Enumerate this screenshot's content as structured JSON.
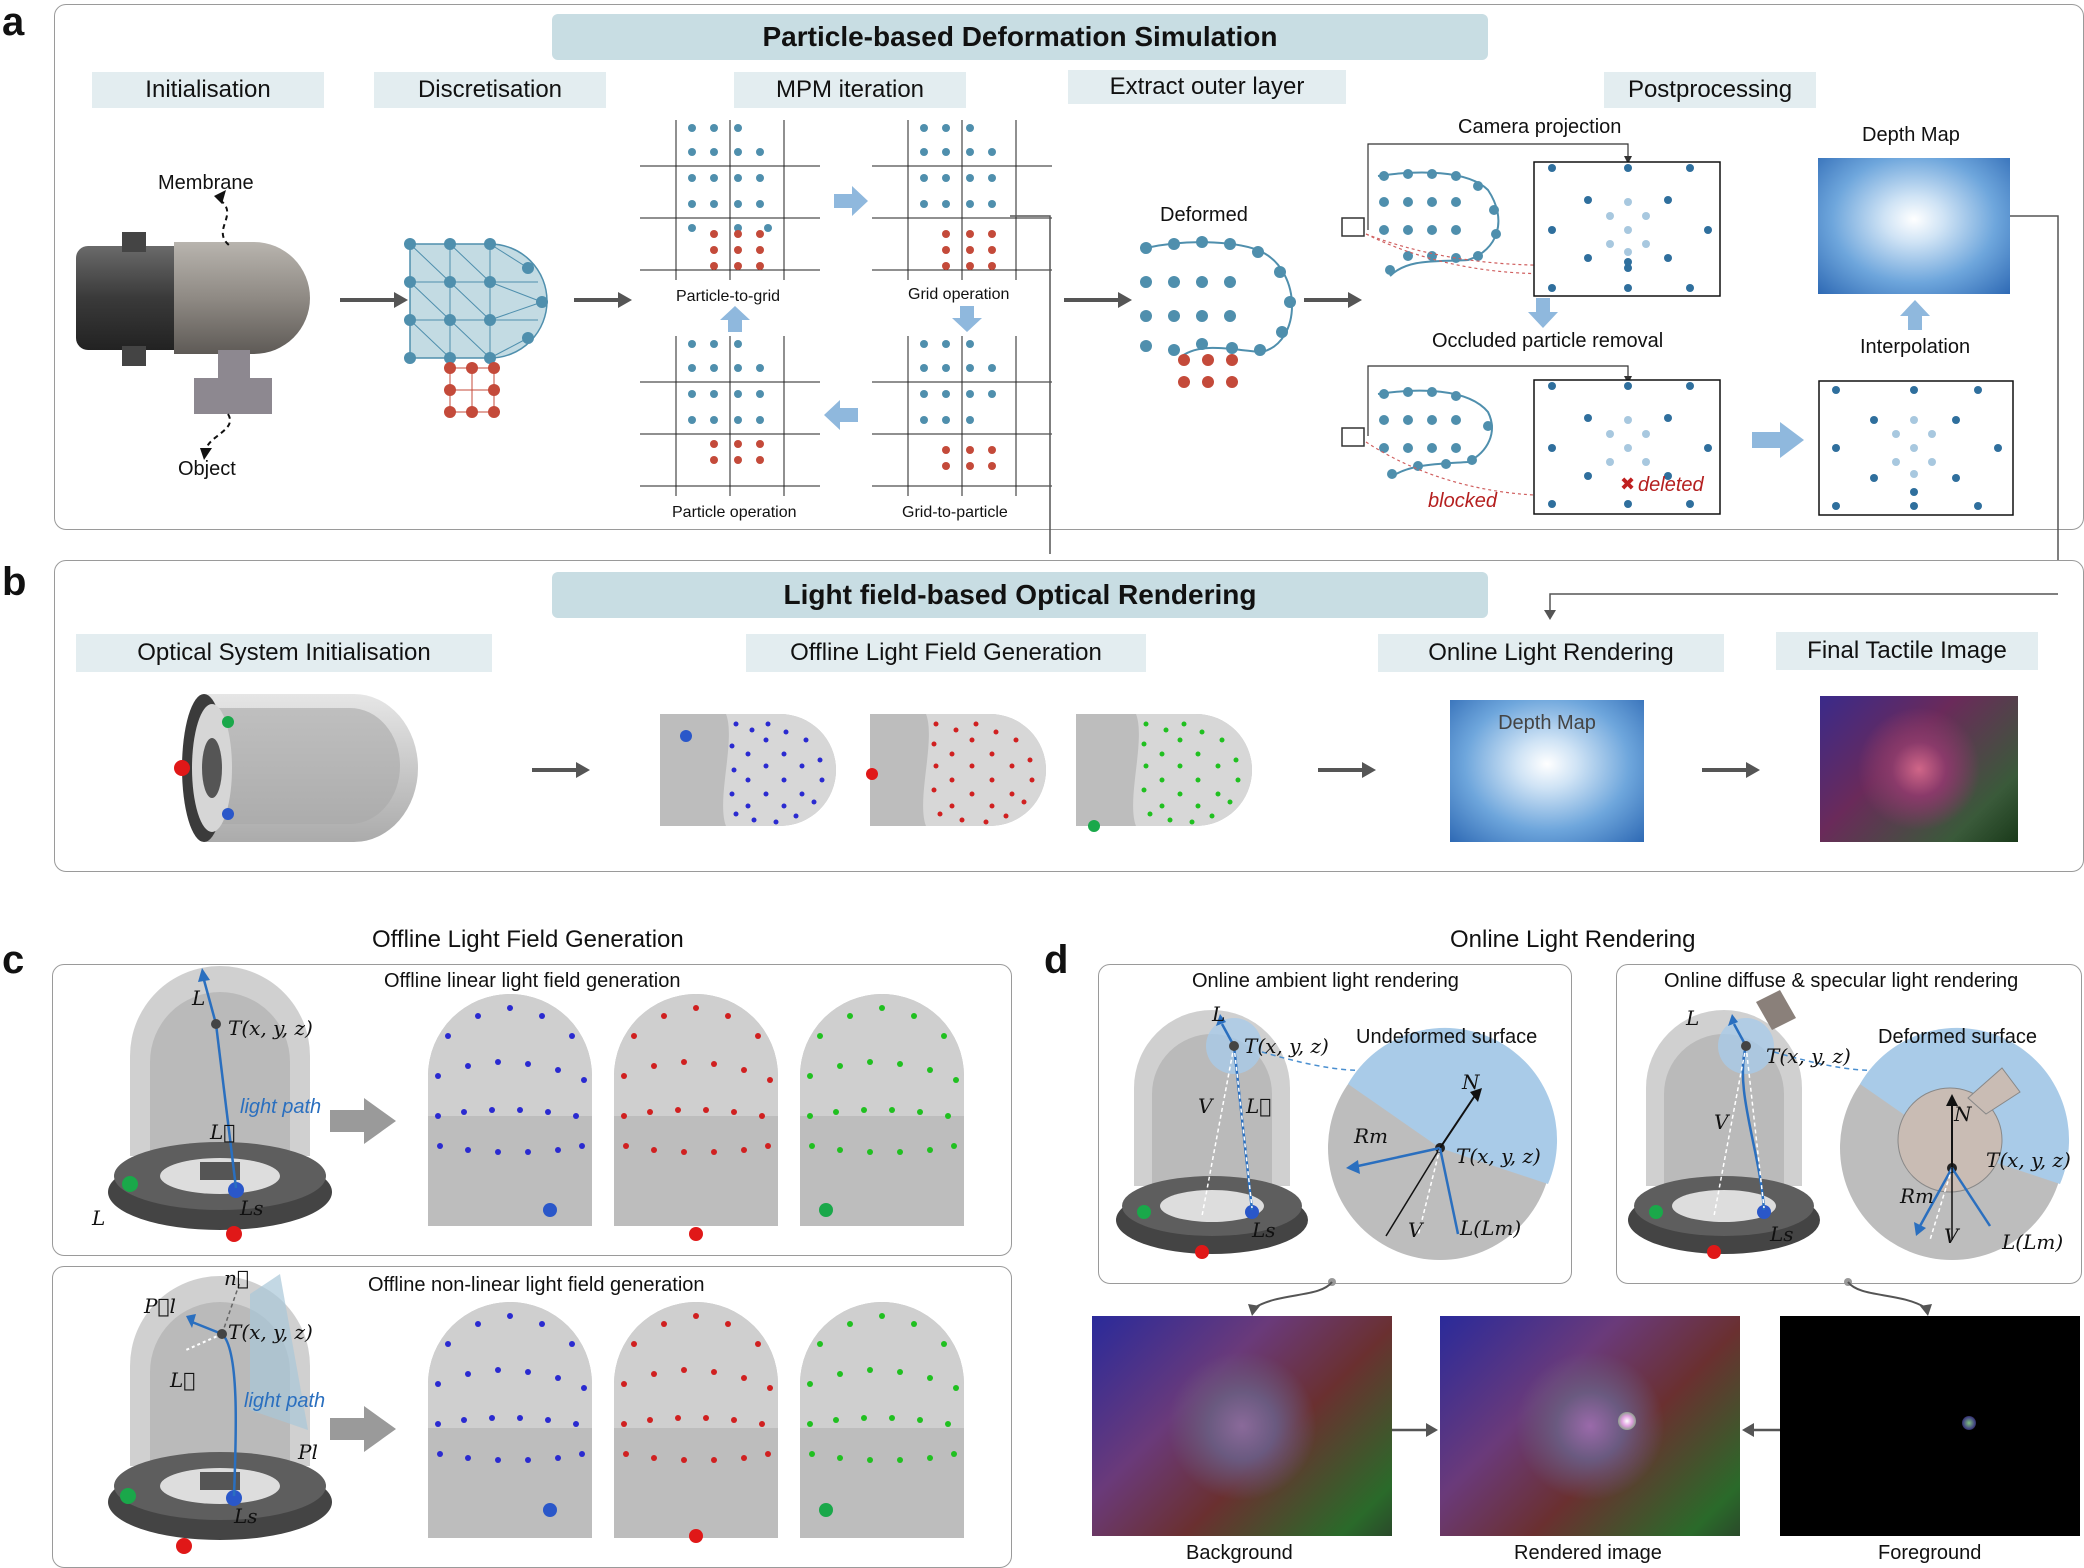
{
  "panels": {
    "a": {
      "letter": "a",
      "title": "Particle-based Deformation Simulation",
      "steps": [
        "Initialisation",
        "Discretisation",
        "MPM iteration",
        "Extract outer layer",
        "Postprocessing"
      ],
      "labels": {
        "membrane": "Membrane",
        "object": "Object",
        "particle_to_grid": "Particle-to-grid",
        "grid_operation": "Grid operation",
        "particle_operation": "Particle operation",
        "grid_to_particle": "Grid-to-particle",
        "deformed": "Deformed",
        "camera_projection": "Camera projection",
        "occluded_removal": "Occluded particle removal",
        "blocked": "blocked",
        "deleted": "deleted",
        "depth_map": "Depth Map",
        "interpolation": "Interpolation"
      }
    },
    "b": {
      "letter": "b",
      "title": "Light field-based Optical Rendering",
      "steps": [
        "Optical System Initialisation",
        "Offline Light Field Generation",
        "Online Light Rendering",
        "Final Tactile Image"
      ],
      "depth_map_label": "Depth Map"
    },
    "c": {
      "letter": "c",
      "heading": "Offline Light Field Generation",
      "linear_title": "Offline linear light field generation",
      "nonlinear_title": "Offline non-linear light field generation",
      "light_path": "light path",
      "math": {
        "L": "L",
        "T": "T(x, y, z)",
        "Lvec": "L⃗",
        "Ls": "Ls",
        "Pl_vec": "P⃗l",
        "n_vec": "n⃗",
        "Pl": "Pl"
      }
    },
    "d": {
      "letter": "d",
      "heading": "Online Light Rendering",
      "ambient_title": "Online ambient light rendering",
      "diffuse_title": "Online diffuse & specular light rendering",
      "undeformed": "Undeformed surface",
      "deformed": "Deformed surface",
      "math": {
        "L": "L",
        "T": "T(x, y, z)",
        "V": "V",
        "Lvec": "L⃗",
        "Ls": "Ls",
        "N": "N",
        "Rm": "Rm",
        "Lm": "L(Lm)"
      },
      "captions": [
        "Background",
        "Rendered image",
        "Foreground"
      ]
    }
  },
  "colors": {
    "band": "#c8dde3",
    "step_bg": "#e3edf0",
    "particle": "#4f8fad",
    "object_particle": "#c44a3a",
    "arrow_blue": "#8fb8dd",
    "blue_led": "#2a57c9",
    "red_led": "#e01818",
    "green_led": "#1aa84a"
  }
}
